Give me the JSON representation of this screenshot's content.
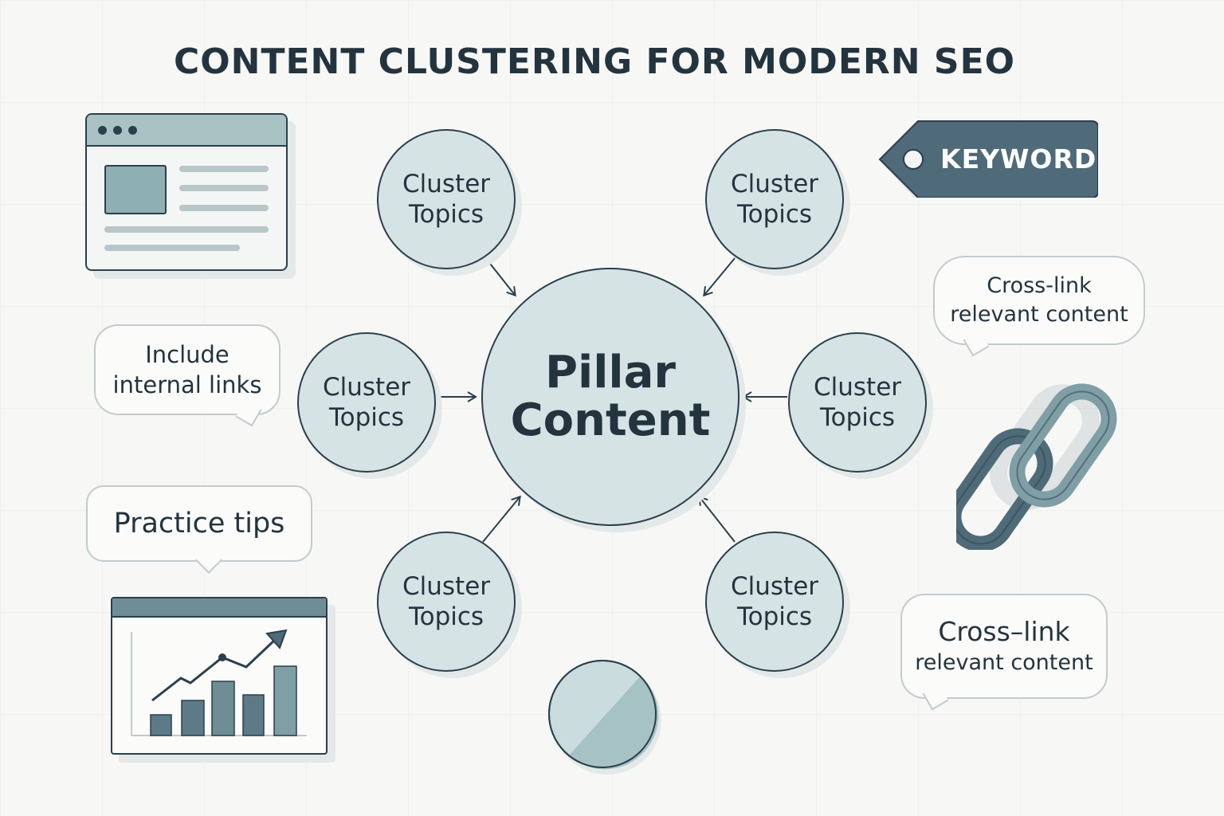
{
  "title": "CONTENT CLUSTERING FOR MODERN SEO",
  "pillar": {
    "label": "Pillar\nContent"
  },
  "clusters": [
    {
      "label": "Cluster\nTopics"
    },
    {
      "label": "Cluster\nTopics"
    },
    {
      "label": "Cluster\nTopics"
    },
    {
      "label": "Cluster\nTopics"
    },
    {
      "label": "Cluster\nTopics"
    },
    {
      "label": "Cluster\nTopics"
    }
  ],
  "keyword_tag": {
    "label": "KEYWORD"
  },
  "bubbles": {
    "include_internal_links": {
      "line1": "Include",
      "line2": "internal links"
    },
    "practice_tips": {
      "label": "Practice tips"
    },
    "cross_link_top": {
      "line1": "Cross-link",
      "line2": "relevant content"
    },
    "cross_link_bottom": {
      "line1": "Cross–link",
      "line2": "relevant content"
    }
  },
  "icons": {
    "browser": "browser-window-icon",
    "chart": "growth-chart-icon",
    "chain": "chain-link-icon",
    "tag": "keyword-tag-icon",
    "circle": "blank-circle-icon"
  },
  "colors": {
    "node_fill": "#d5e3e4",
    "outline": "#2b3f4c",
    "accent": "#4f6a78",
    "bar_fill": "#7f9ea6",
    "background": "#f7f8f6"
  }
}
